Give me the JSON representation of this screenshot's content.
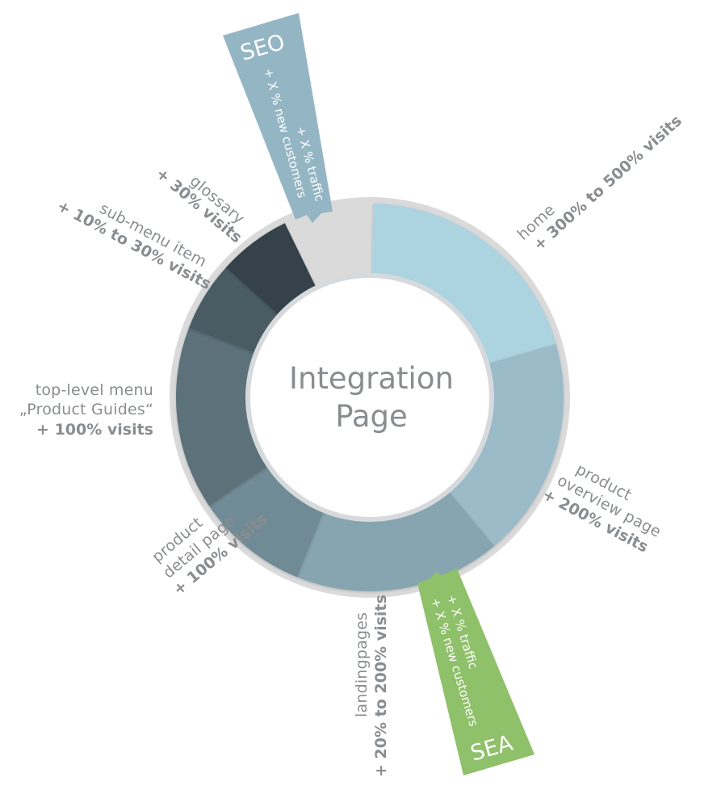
{
  "center": {
    "line1": "Integration",
    "line2": "Page"
  },
  "segments": [
    {
      "name": "home",
      "color": "#acd3e0"
    },
    {
      "name": "product-overview",
      "color": "#9bbbc8"
    },
    {
      "name": "landingpages",
      "color": "#87a5b1"
    },
    {
      "name": "product-detail",
      "color": "#708b96"
    },
    {
      "name": "top-level-menu",
      "color": "#5b717a"
    },
    {
      "name": "sub-menu",
      "color": "#4a5c64"
    },
    {
      "name": "glossary",
      "color": "#344249"
    },
    {
      "name": "gap",
      "color": "#d9d9d9"
    }
  ],
  "labels": {
    "home": {
      "name": "home",
      "value": "+ 300% to 500% visits"
    },
    "product_overview": {
      "line1": "product",
      "line2": "overview page",
      "value": "+ 200% visits"
    },
    "landingpages": {
      "name": "landingpages",
      "value": "+ 20% to 200% visits"
    },
    "product_detail": {
      "line1": "product",
      "line2": "detail page",
      "value": "+ 100% visits"
    },
    "top_level_menu": {
      "line1": "top-level menu",
      "line2": "„Product Guides“",
      "value": "+ 100% visits"
    },
    "sub_menu": {
      "name": "sub-menu item",
      "value": "+ 10% to 30% visits"
    },
    "glossary": {
      "name": "glossary",
      "value": "+ 30% visits"
    }
  },
  "seo": {
    "title": "SEO",
    "line1": "+ X % traffic",
    "line2": "+ X % new customers",
    "color": "#94b6c4"
  },
  "sea": {
    "title": "SEA",
    "line1": "+ X % traffic",
    "line2": "+ X % new customers",
    "color": "#8fc06a"
  }
}
